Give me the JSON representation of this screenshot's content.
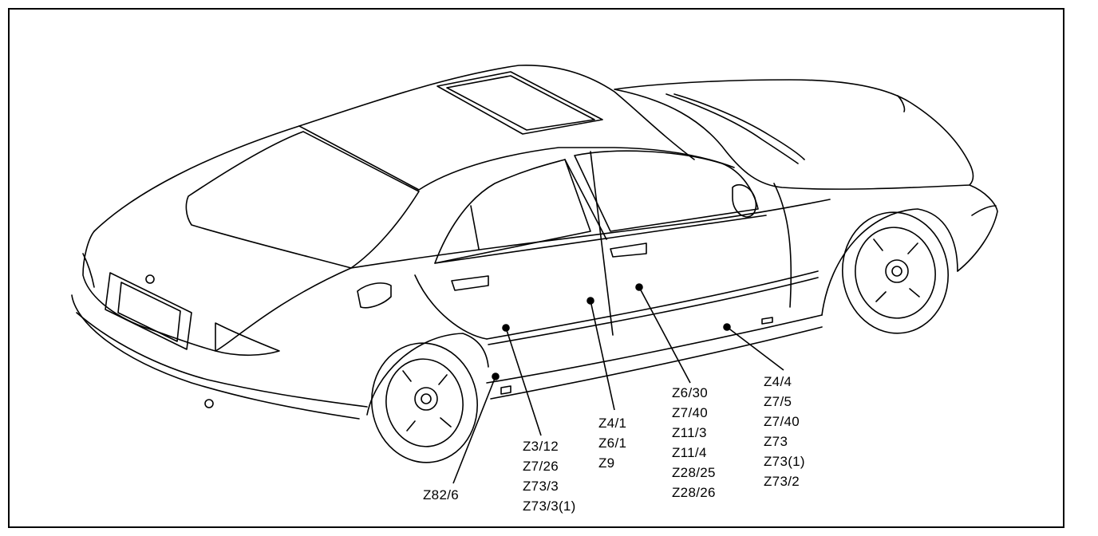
{
  "callouts": [
    {
      "id": "rear-wheel-arch",
      "labels": [
        "Z82/6"
      ]
    },
    {
      "id": "rear-door-lower",
      "labels": [
        "Z3/12",
        "Z7/26",
        "Z73/3",
        "Z73/3(1)"
      ]
    },
    {
      "id": "rear-door-center",
      "labels": [
        "Z4/1",
        "Z6/1",
        "Z9"
      ]
    },
    {
      "id": "front-door-center",
      "labels": [
        "Z6/30",
        "Z7/40",
        "Z11/3",
        "Z11/4",
        "Z28/25",
        "Z28/26"
      ]
    },
    {
      "id": "rocker-panel",
      "labels": [
        "Z4/4",
        "Z7/5",
        "Z7/40",
        "Z73",
        "Z73(1)",
        "Z73/2"
      ]
    }
  ]
}
